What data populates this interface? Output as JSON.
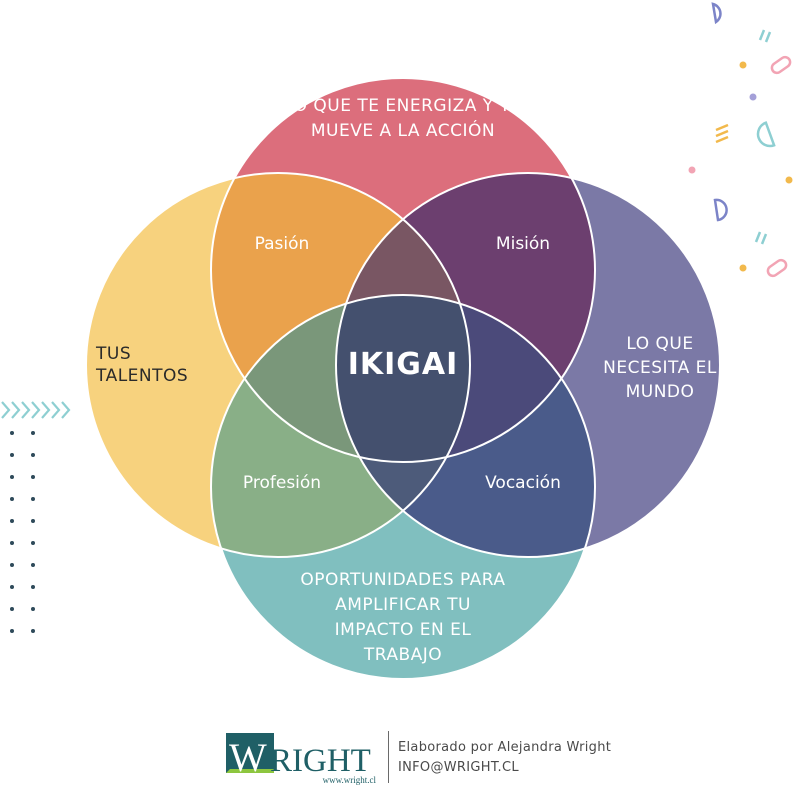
{
  "diagram": {
    "circles": {
      "top": {
        "label_line1": "LO QUE TE ENERGIZA Y TE",
        "label_line2": "MUEVE A LA ACCIÓN",
        "color": "#dc6e7c"
      },
      "left": {
        "label_line1": "TUS",
        "label_line2": "TALENTOS",
        "color": "#f7d27e"
      },
      "right": {
        "label_line1": "LO QUE",
        "label_line2": "NECESITA EL",
        "label_line3": "MUNDO",
        "color": "#7b79a6"
      },
      "bottom": {
        "label_line1": "OPORTUNIDADES PARA",
        "label_line2": "AMPLIFICAR TU",
        "label_line3": "IMPACTO EN EL",
        "label_line4": "TRABAJO",
        "color": "#80bfbf"
      }
    },
    "zones": {
      "pasion": {
        "label": "Pasión",
        "color": "#eaa24c"
      },
      "mision": {
        "label": "Misión",
        "color": "#6c3f6f"
      },
      "profesion": {
        "label": "Profesión",
        "color": "#89af87"
      },
      "vocacion": {
        "label": "Vocación",
        "color": "#4a5b8a"
      },
      "center": {
        "label": "IKIGAI",
        "color": "#44506e"
      }
    }
  },
  "footer": {
    "logo": {
      "brand": "WRIGHT",
      "url": "www.wright.cl",
      "color": "#1f5f66"
    },
    "credit": "Elaborado por Alejandra Wright",
    "email": "INFO@WRIGHT.CL"
  }
}
